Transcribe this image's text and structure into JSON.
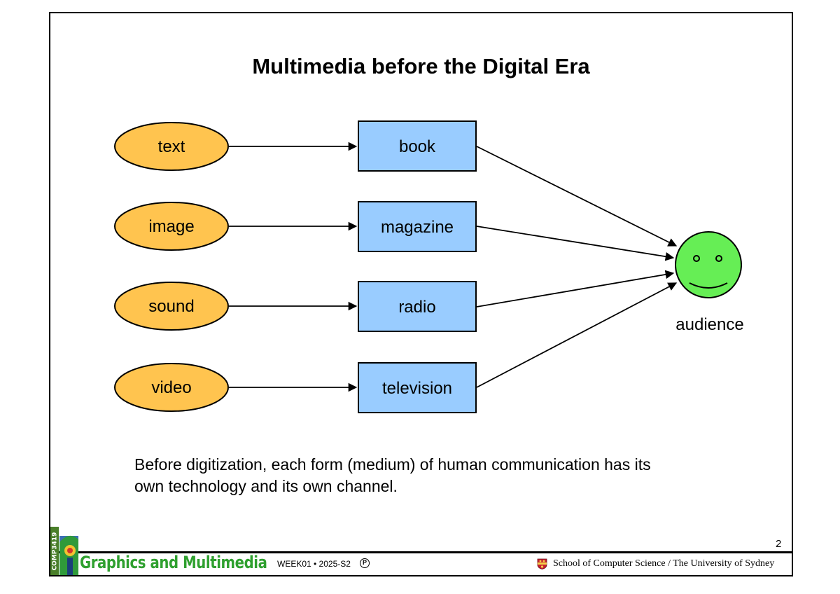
{
  "slide": {
    "title": "Multimedia before the Digital Era",
    "caption_line1": "Before digitization, each form (medium) of human communication has its",
    "caption_line2": "own technology and its own channel.",
    "page_number": "2"
  },
  "diagram": {
    "media_forms": [
      "text",
      "image",
      "sound",
      "video"
    ],
    "technologies": [
      "book",
      "magazine",
      "radio",
      "television"
    ],
    "audience_label": "audience",
    "colors": {
      "form_fill": "#ffc44f",
      "technology_fill": "#99ccff",
      "audience_fill": "#66ee55"
    }
  },
  "footer": {
    "course_code": "COMP3419",
    "course_name": "Graphics and Multimedia",
    "week_label": "WEEK01 • 2025-S2",
    "copyright_symbol": "P",
    "school_label": "School of Computer Science / The University of Sydney",
    "course_name_color": "#2fa02f"
  }
}
